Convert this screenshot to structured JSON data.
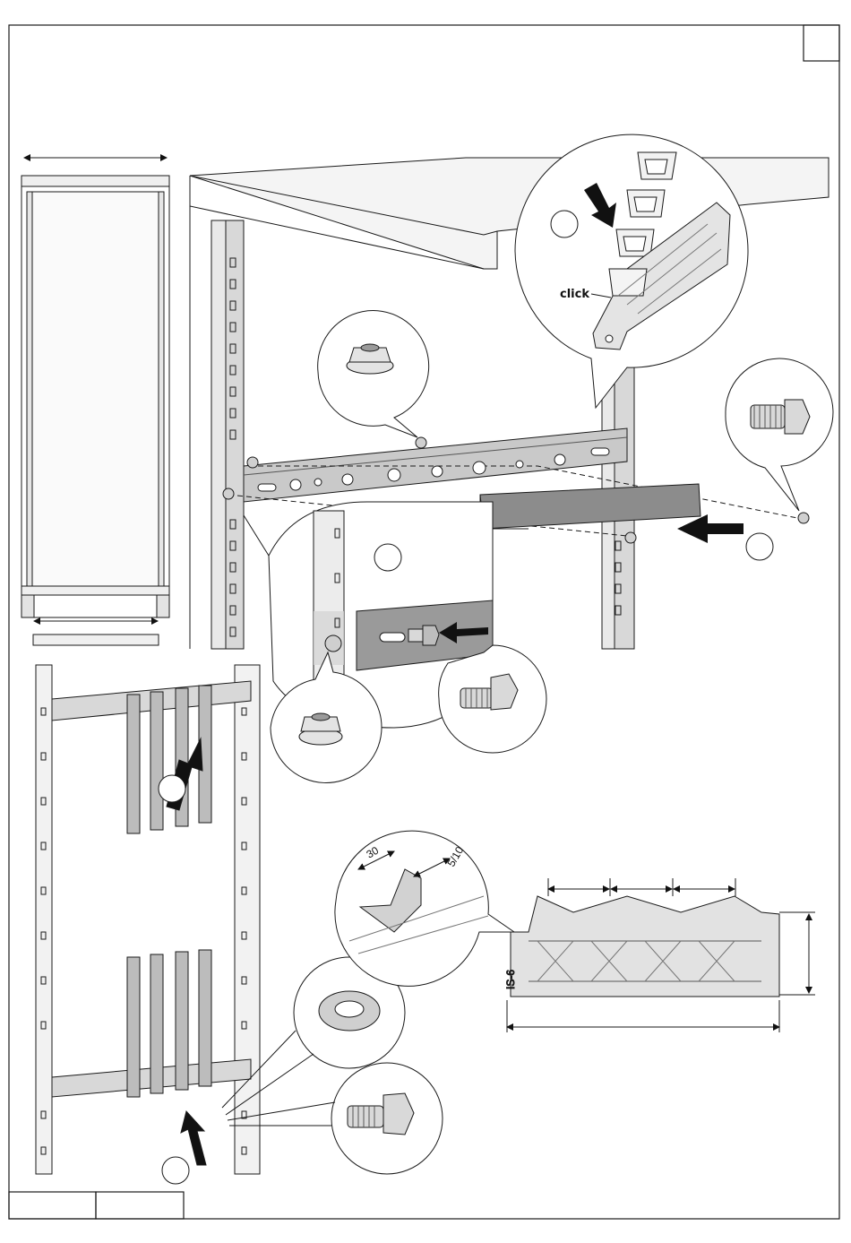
{
  "callouts": {
    "click": "click",
    "dim_30": "30",
    "dim_5_10": "5/10",
    "part_mark": "IS-6"
  },
  "colors": {
    "line": "#1a1a1a",
    "metal": "#d9d9d9",
    "metal_dark": "#9a9a9a",
    "part": "#cfcfcf",
    "arrow": "#111111"
  }
}
